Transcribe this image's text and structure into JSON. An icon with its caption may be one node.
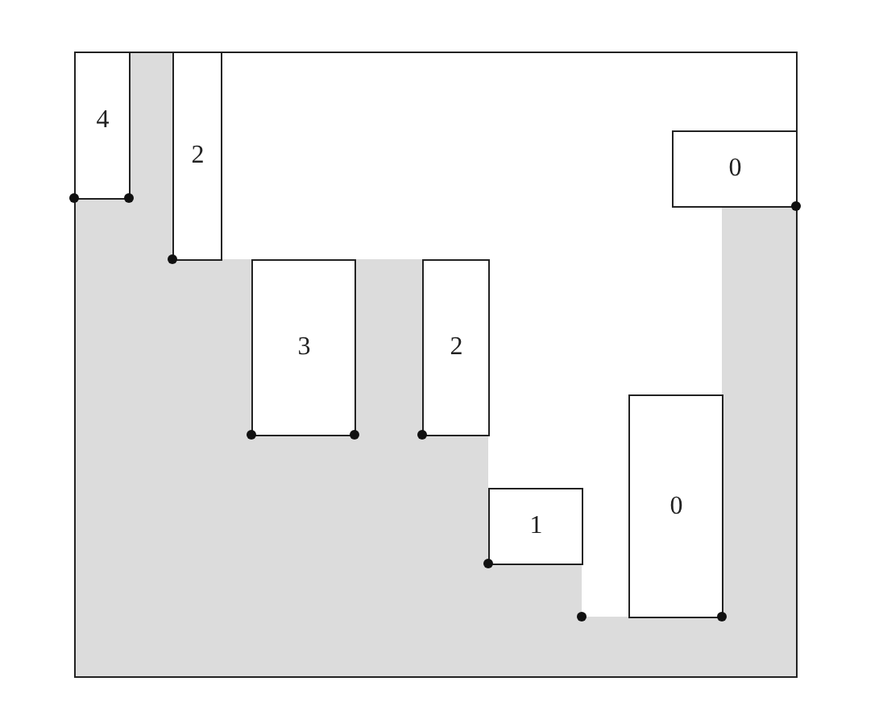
{
  "diagram": {
    "nodes": [
      {
        "text": [],
        "shape": "box"
      },
      {
        "text": [
          "4"
        ],
        "in": 0
      },
      {
        "text": [
          "2"
        ],
        "in": 0
      },
      {
        "text": [
          "3"
        ],
        "in": 0
      },
      {
        "text": [
          "2"
        ],
        "in": 0
      },
      {
        "text": [
          "1"
        ],
        "in": 0
      },
      {
        "text": [
          "0"
        ],
        "in": 0
      },
      {
        "text": [
          "0"
        ],
        "in": 0
      }
    ]
  }
}
